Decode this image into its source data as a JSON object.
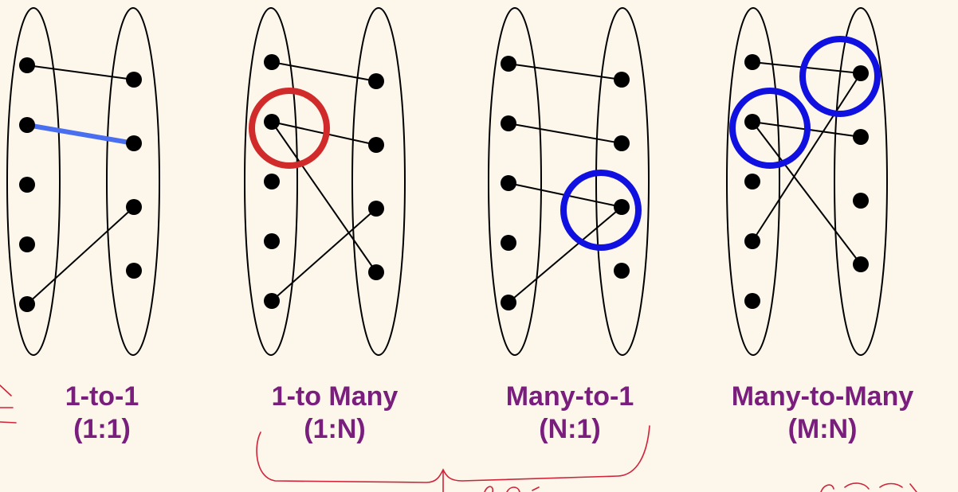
{
  "panels": [
    {
      "id": "one-to-one",
      "title": "1-to-1",
      "notation": "(1:1)",
      "left_node_count": 5,
      "right_node_count": 4,
      "links": [
        [
          0,
          0
        ],
        [
          1,
          1
        ],
        [
          4,
          2
        ]
      ],
      "highlight_links": [
        1
      ],
      "highlight_nodes": []
    },
    {
      "id": "one-to-many",
      "title": "1-to Many",
      "notation": "(1:N)",
      "left_node_count": 5,
      "right_node_count": 4,
      "links": [
        [
          0,
          0
        ],
        [
          1,
          1
        ],
        [
          1,
          3
        ],
        [
          4,
          2
        ]
      ],
      "highlight_links": [],
      "highlight_nodes": [
        {
          "side": "left",
          "index": 1,
          "color": "red"
        }
      ]
    },
    {
      "id": "many-to-one",
      "title": "Many-to-1",
      "notation": "(N:1)",
      "left_node_count": 5,
      "right_node_count": 4,
      "links": [
        [
          0,
          0
        ],
        [
          1,
          1
        ],
        [
          2,
          2
        ],
        [
          4,
          2
        ]
      ],
      "highlight_links": [],
      "highlight_nodes": [
        {
          "side": "right",
          "index": 2,
          "color": "blue"
        }
      ]
    },
    {
      "id": "many-to-many",
      "title": "Many-to-Many",
      "notation": "(M:N)",
      "left_node_count": 5,
      "right_node_count": 4,
      "links": [
        [
          0,
          0
        ],
        [
          1,
          1
        ],
        [
          1,
          3
        ],
        [
          3,
          0
        ]
      ],
      "highlight_links": [],
      "highlight_nodes": [
        {
          "side": "left",
          "index": 1,
          "color": "blue"
        },
        {
          "side": "right",
          "index": 0,
          "color": "blue"
        }
      ]
    }
  ],
  "colors": {
    "background": "#fdf6ea",
    "stroke": "#000000",
    "caption": "#7a1e7e",
    "highlight_link": "#4a6ef0",
    "red": "#d12a2a",
    "blue": "#1010e0",
    "annotation": "#d0233a"
  }
}
